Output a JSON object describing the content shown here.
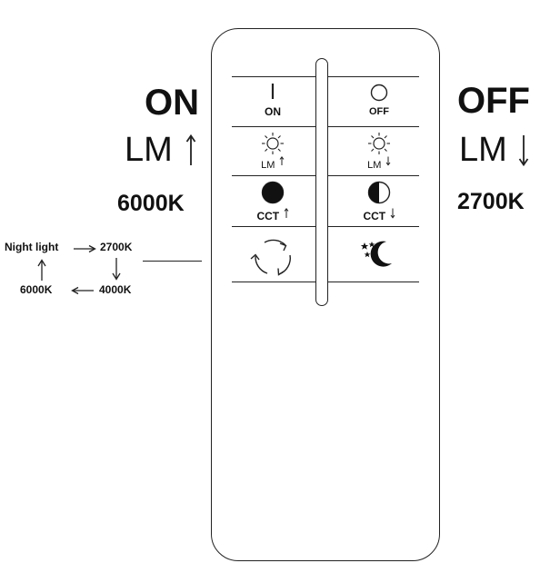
{
  "left_labels": {
    "on": "ON",
    "lm": "LM",
    "kelvin": "6000K"
  },
  "right_labels": {
    "off": "OFF",
    "lm": "LM",
    "kelvin": "2700K"
  },
  "cycle": {
    "night_light": "Night light",
    "k2700": "2700K",
    "k4000": "4000K",
    "k6000": "6000K"
  },
  "buttons": {
    "on": {
      "icon": "on-bar-icon",
      "label": "ON"
    },
    "off": {
      "icon": "off-circle-icon",
      "label": "OFF"
    },
    "lm_up": {
      "icon": "sun-icon",
      "label": "LM"
    },
    "lm_down": {
      "icon": "sun-icon",
      "label": "LM"
    },
    "cct_up": {
      "icon": "half-circle-dark-icon",
      "label": "CCT"
    },
    "cct_down": {
      "icon": "half-circle-light-icon",
      "label": "CCT"
    },
    "cycle": {
      "icon": "cycle-arrows-icon"
    },
    "night": {
      "icon": "moon-stars-icon"
    }
  },
  "colors": {
    "stroke": "#222222",
    "background": "#ffffff"
  }
}
